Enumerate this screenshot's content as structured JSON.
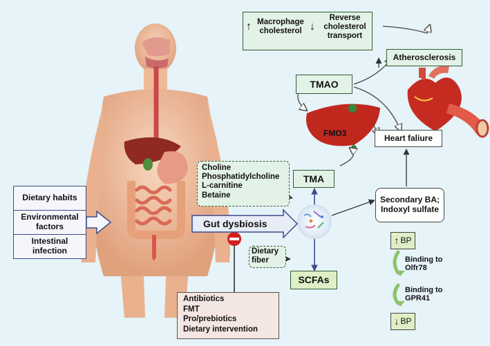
{
  "factors": [
    "Dietary habits",
    "Environmental factors",
    "Intestinal infection"
  ],
  "nutrients": [
    "Choline",
    "Phosphatidylcholine",
    "L-carnitine",
    "Betaine"
  ],
  "nodes": {
    "tma": "TMA",
    "tmao": "TMAO",
    "fmo3": "FMO3",
    "gut_dysbiosis": "Gut dysbiosis",
    "dietary_fiber": "Dietary fiber",
    "scfas": "SCFAs",
    "secondary_ba": "Secondary BA; Indoxyl sulfate",
    "heart_failure": "Heart faliure",
    "atherosclerosis": "Atherosclerosis",
    "macrophage": "Macrophage cholesterol",
    "reverse_transport": "Reverse cholesterol transport",
    "bp_up": "BP",
    "bp_down": "BP",
    "olfr78": "Binding to Olfr78",
    "gpr41": "Binding to GPR41"
  },
  "interventions": [
    "Antibiotics",
    "FMT",
    "Pro/prebiotics",
    "Dietary intervention"
  ],
  "colors": {
    "background": "#e6f3f8",
    "box_fill": "#f4f6fb",
    "box_border": "#3b4a8c",
    "green_box": "#e3f2e6",
    "green_border": "#2f5a34",
    "scfa_fill": "#dfeec6",
    "intervention_fill": "#f4e6e2",
    "liver": "#c0281e",
    "body_skin": "#f2c3a4",
    "inhibit_red": "#d21e1e",
    "arrow_gray": "#555555"
  }
}
